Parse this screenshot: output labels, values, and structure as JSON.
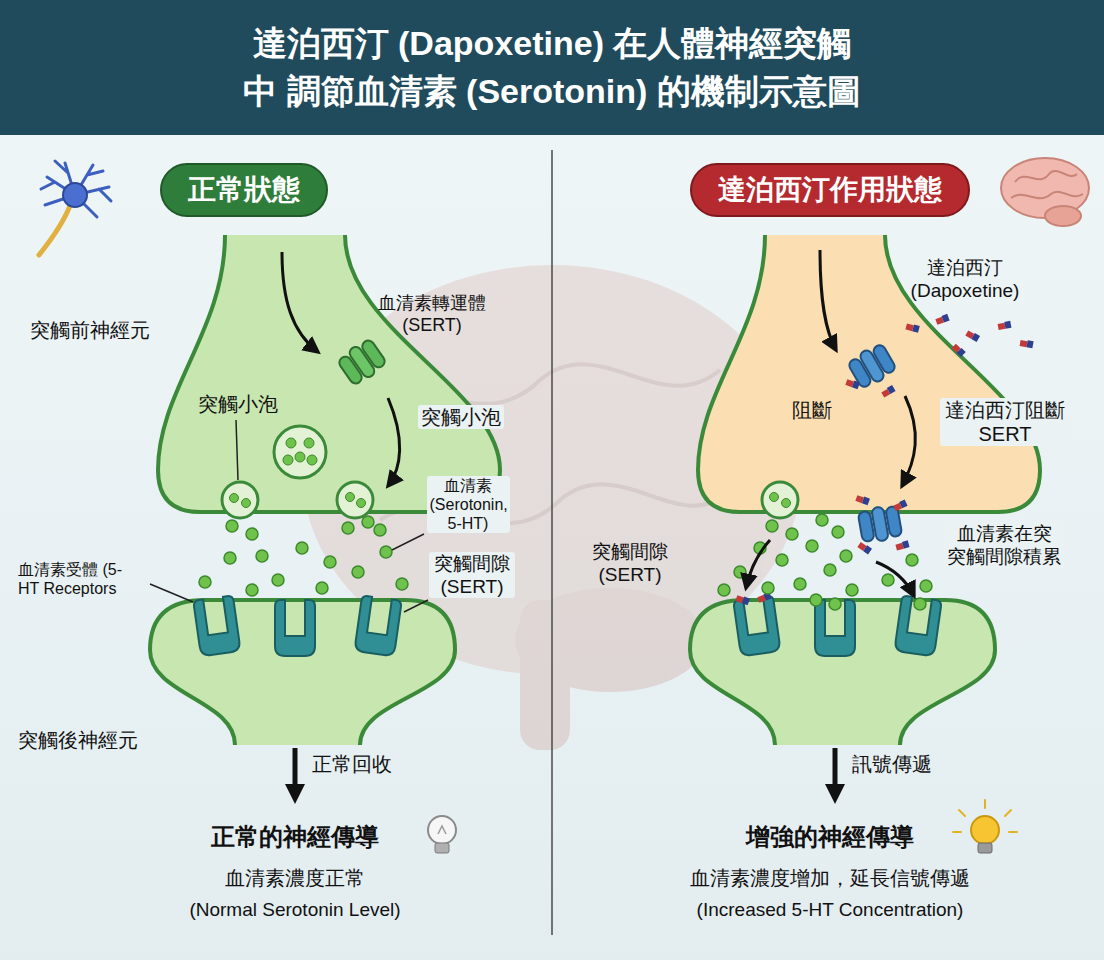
{
  "diagram": {
    "title": "達泊西汀 (Dapoxetine) 在人體神經突觸中 調節血清素 (Serotonin) 的機制示意圖",
    "nodes": [
      {
        "text": [
          "正常狀態"
        ]
      },
      {
        "text": [
          "達泊西汀作用狀態"
        ]
      }
    ],
    "labels": [
      "突觸前神經元",
      "血清素轉運體 (SERT)",
      "突觸小泡",
      "突觸小泡",
      "血清素 (Serotonin, 5-HT)",
      "血清素受體 (5-HT Receptors",
      "突觸間隙 (SERT)",
      "突觸後神經元",
      "正常回收",
      "正常的神經傳導",
      "血清素濃度正常",
      "(Normal Serotonin Level)",
      "達泊西汀 (Dapoxetine)",
      "阻斷",
      "達泊西汀阻斷 SERT",
      "突觸間隙 (SERT)",
      "血清素在突 突觸間隙積累",
      "訊號傳遞",
      "增強的神經傳導",
      "血清素濃度增加，延長信號傳遞",
      "(Increased 5-HT Concentration)"
    ]
  }
}
